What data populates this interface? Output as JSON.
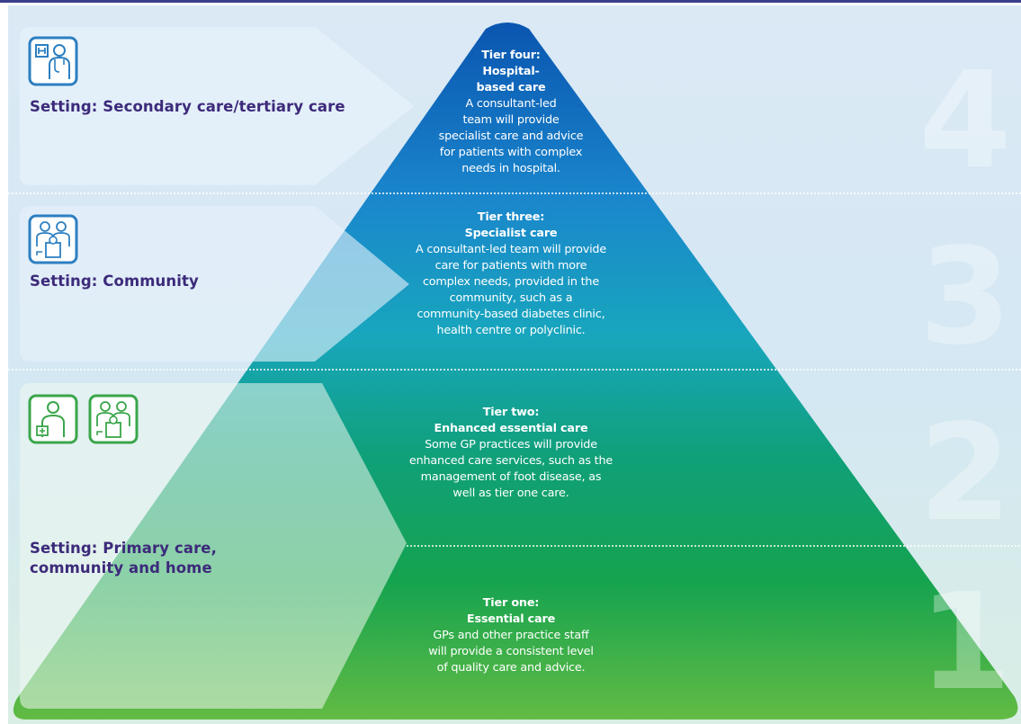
{
  "colors": {
    "band_top": "#dbe9f5",
    "band_mid": "#d4e8f3",
    "band_low": "#d7ede6",
    "pyramid_top": "#0a5fb4",
    "pyramid_mid": "#1a9dc0",
    "pyramid_low": "#13a05c",
    "pyramid_base": "#5ab846",
    "setting_text": "#3c2a7a",
    "icon_blue": "#2d7fc1",
    "icon_green": "#3aa64a"
  },
  "settings": [
    {
      "label": "Setting: Secondary care/tertiary care",
      "icons": [
        "hospital-doctor-icon"
      ]
    },
    {
      "label": "Setting: Community",
      "icons": [
        "community-team-icon"
      ]
    },
    {
      "label": "Setting: Primary care,\ncommunity and home",
      "icons": [
        "gp-icon",
        "community-team-icon"
      ]
    }
  ],
  "tiers": [
    {
      "number": "4",
      "title": "Tier four:",
      "subtitle": "Hospital-\nbased care",
      "description": "A consultant-led\nteam will provide\nspecialist care and advice\nfor patients with complex\nneeds in hospital."
    },
    {
      "number": "3",
      "title": "Tier three:",
      "subtitle": "Specialist care",
      "description": "A consultant-led team will provide\ncare for patients with more\ncomplex needs, provided in the\ncommunity, such as a\ncommunity-based diabetes clinic,\nhealth centre or polyclinic."
    },
    {
      "number": "2",
      "title": "Tier two:",
      "subtitle": "Enhanced essential care",
      "description": "Some GP practices will provide\nenhanced care services, such as the\nmanagement of foot disease, as\nwell as tier one care."
    },
    {
      "number": "1",
      "title": "Tier one:",
      "subtitle": "Essential care",
      "description": "GPs and other practice staff\nwill provide a consistent level\nof quality care and advice."
    }
  ]
}
